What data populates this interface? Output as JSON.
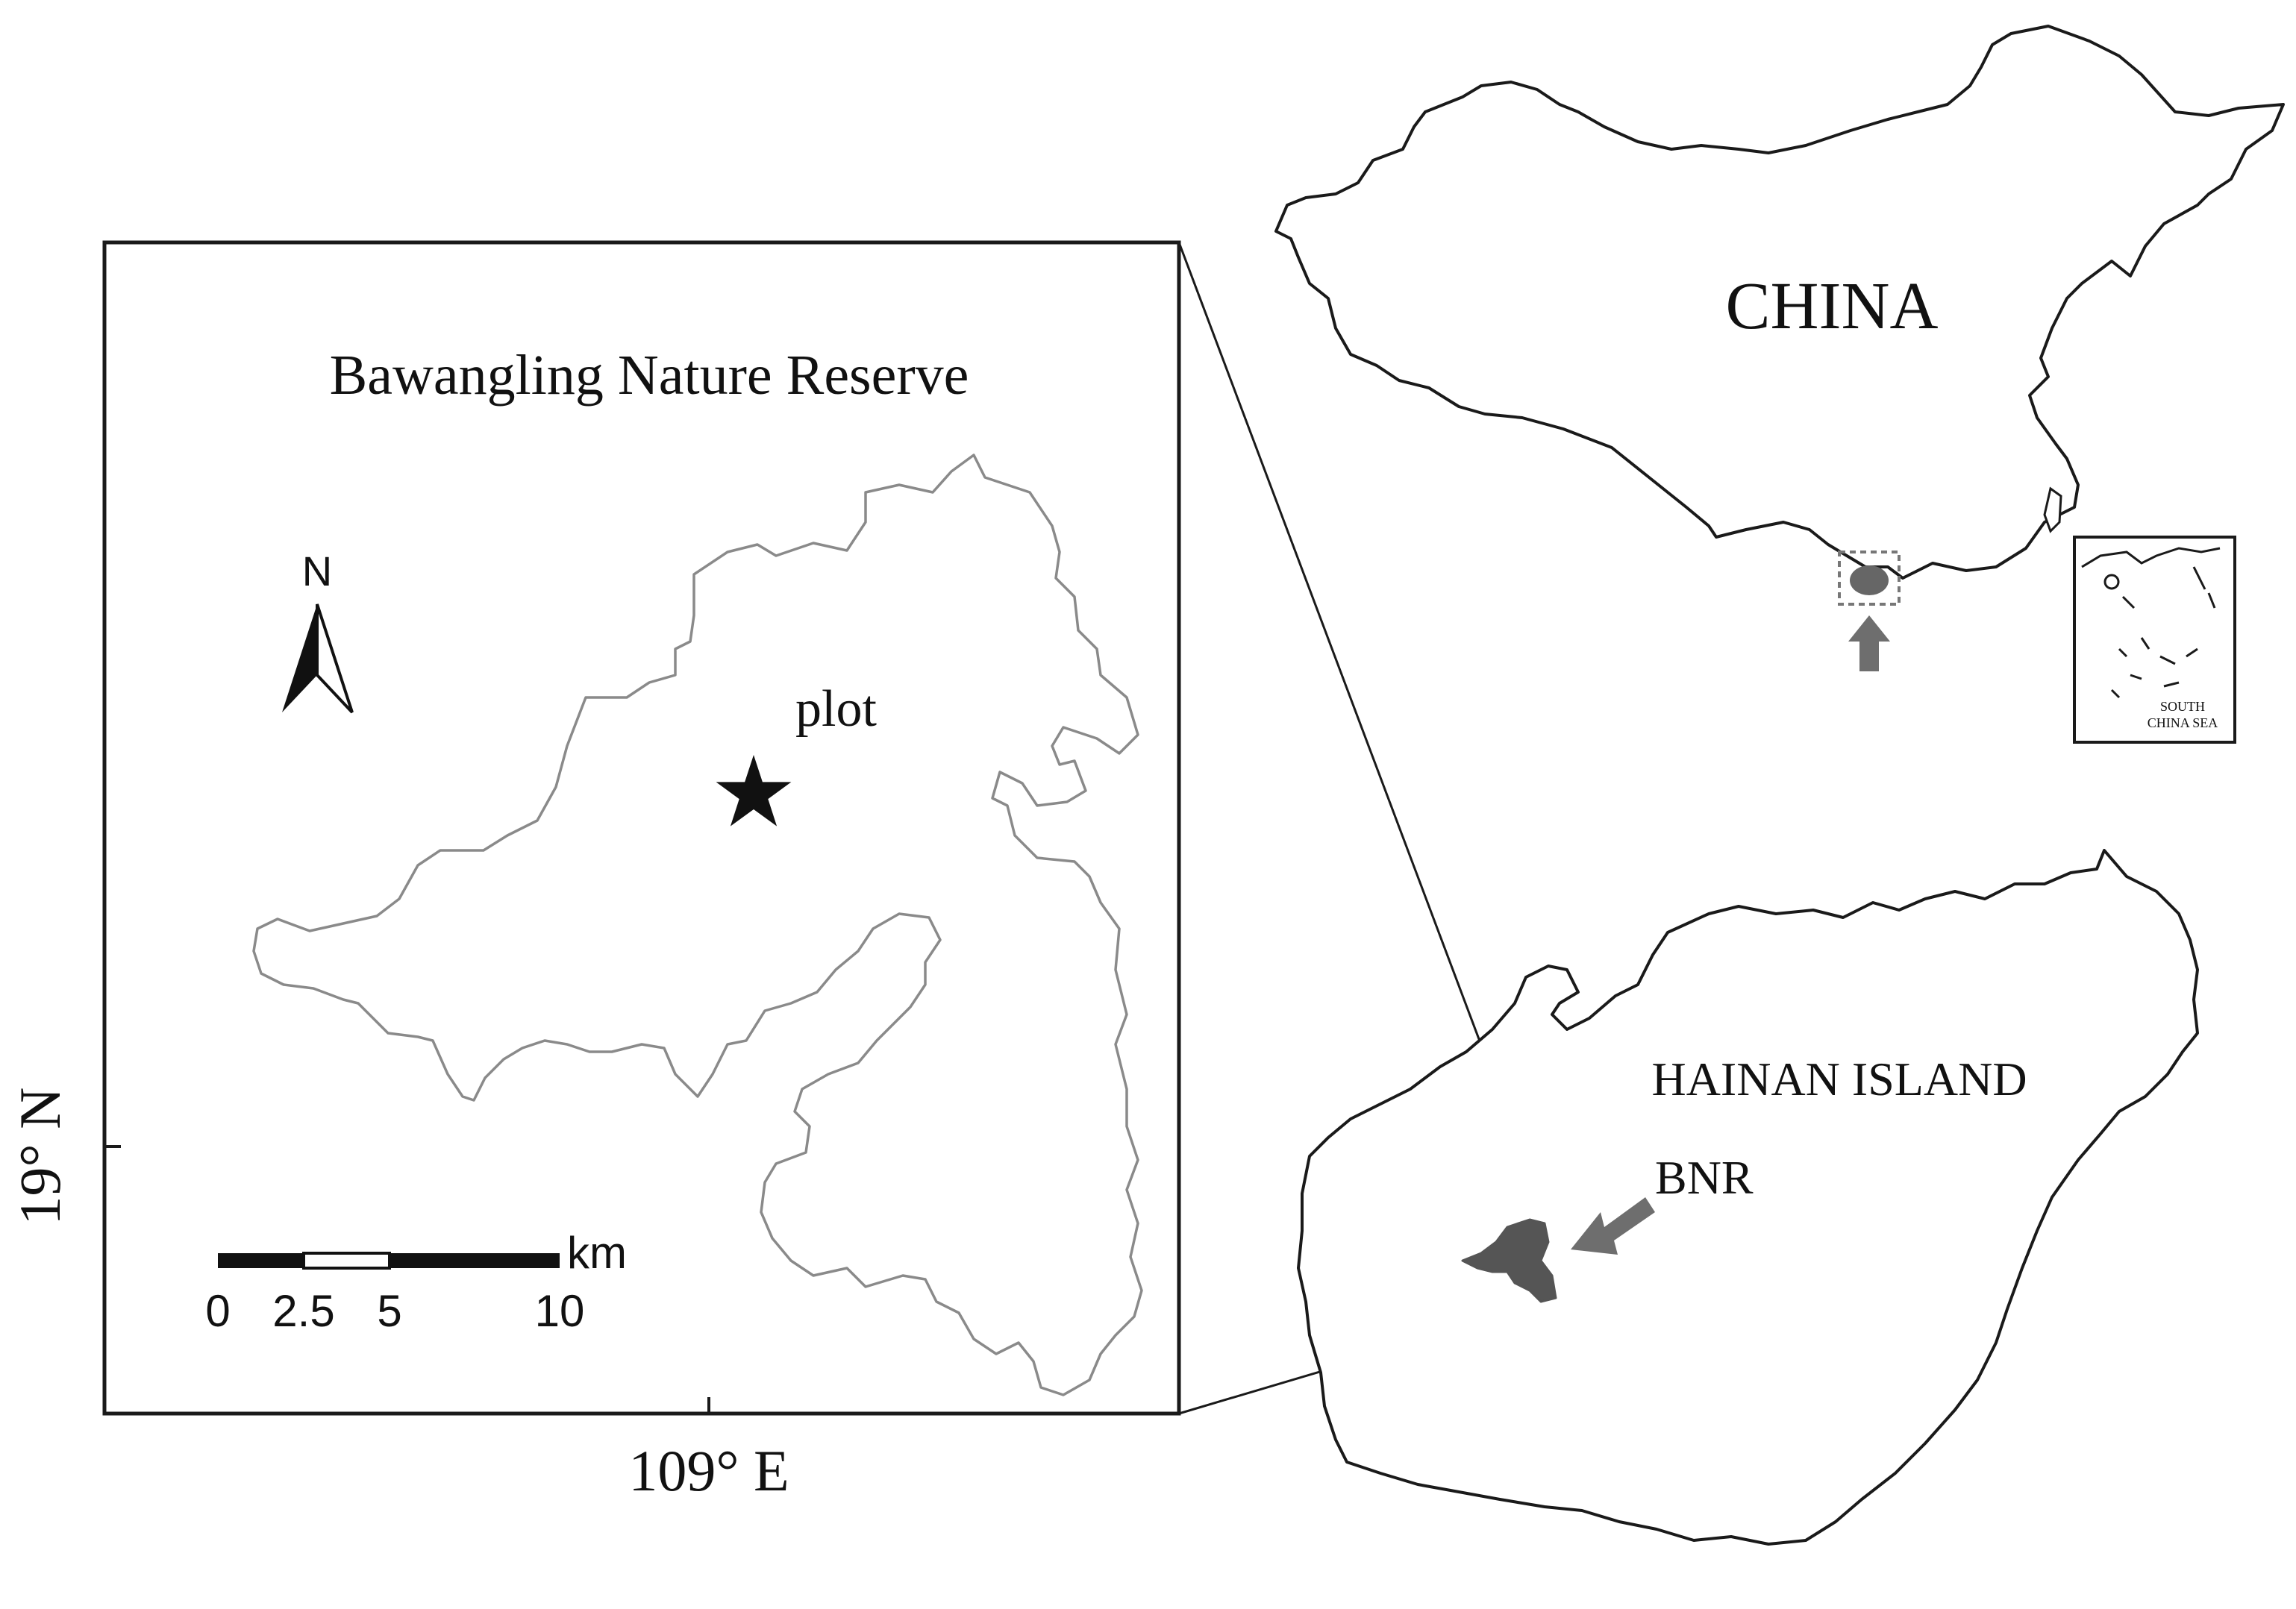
{
  "inset_map": {
    "title": "Bawangling Nature Reserve",
    "north_arrow_label": "N",
    "site_label": "plot",
    "latitude_label": "19° N",
    "longitude_label": "109° E",
    "scale_bar": {
      "unit": "km",
      "ticks": [
        "0",
        "2.5",
        "5",
        "10"
      ]
    }
  },
  "china_map": {
    "country_label": "CHINA",
    "south_china_sea_inset": {
      "label_line1": "SOUTH",
      "label_line2": "CHINA SEA"
    }
  },
  "hainan_map": {
    "island_label": "HAINAN ISLAND",
    "reserve_label": "BNR"
  },
  "colors": {
    "outline": "#1a1a1a",
    "reserve_fill": "#555555",
    "reserve_outline": "#8a8a8a",
    "arrow": "#6e6e6e"
  }
}
